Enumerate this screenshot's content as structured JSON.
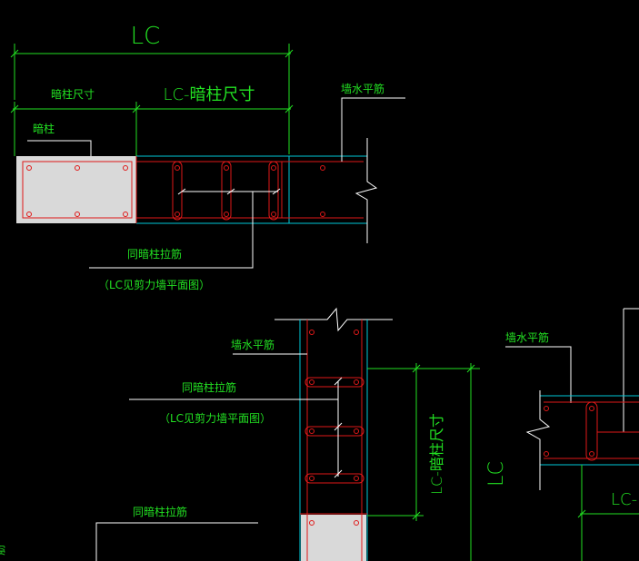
{
  "colors": {
    "background": "#000000",
    "dimension_line": "#22e022",
    "rebar": "#e01818",
    "wall_outline": "#00c8d8",
    "leader_line": "#ffffff",
    "column_fill": "#d9d9d9"
  },
  "top_detail": {
    "dim_total": "LC",
    "dim_column": "暗柱尺寸",
    "dim_rest": "LC-暗柱尺寸",
    "label_column": "暗柱",
    "label_horizontal_bar": "墙水平筋",
    "label_tie": "同暗柱拉筋",
    "label_tie_note": "（LC见剪力墙平面图）"
  },
  "middle_detail": {
    "label_horizontal_bar": "墙水平筋",
    "label_tie": "同暗柱拉筋",
    "label_tie_note": "（LC见剪力墙平面图）",
    "dim_rest": "LC-暗柱尺寸",
    "dim_total": "LC"
  },
  "right_detail": {
    "label_horizontal_bar": "墙水平筋",
    "dim_rest": "LC-"
  },
  "bottom_detail": {
    "label_tie": "同暗柱拉筋",
    "label_partial": "筋"
  }
}
